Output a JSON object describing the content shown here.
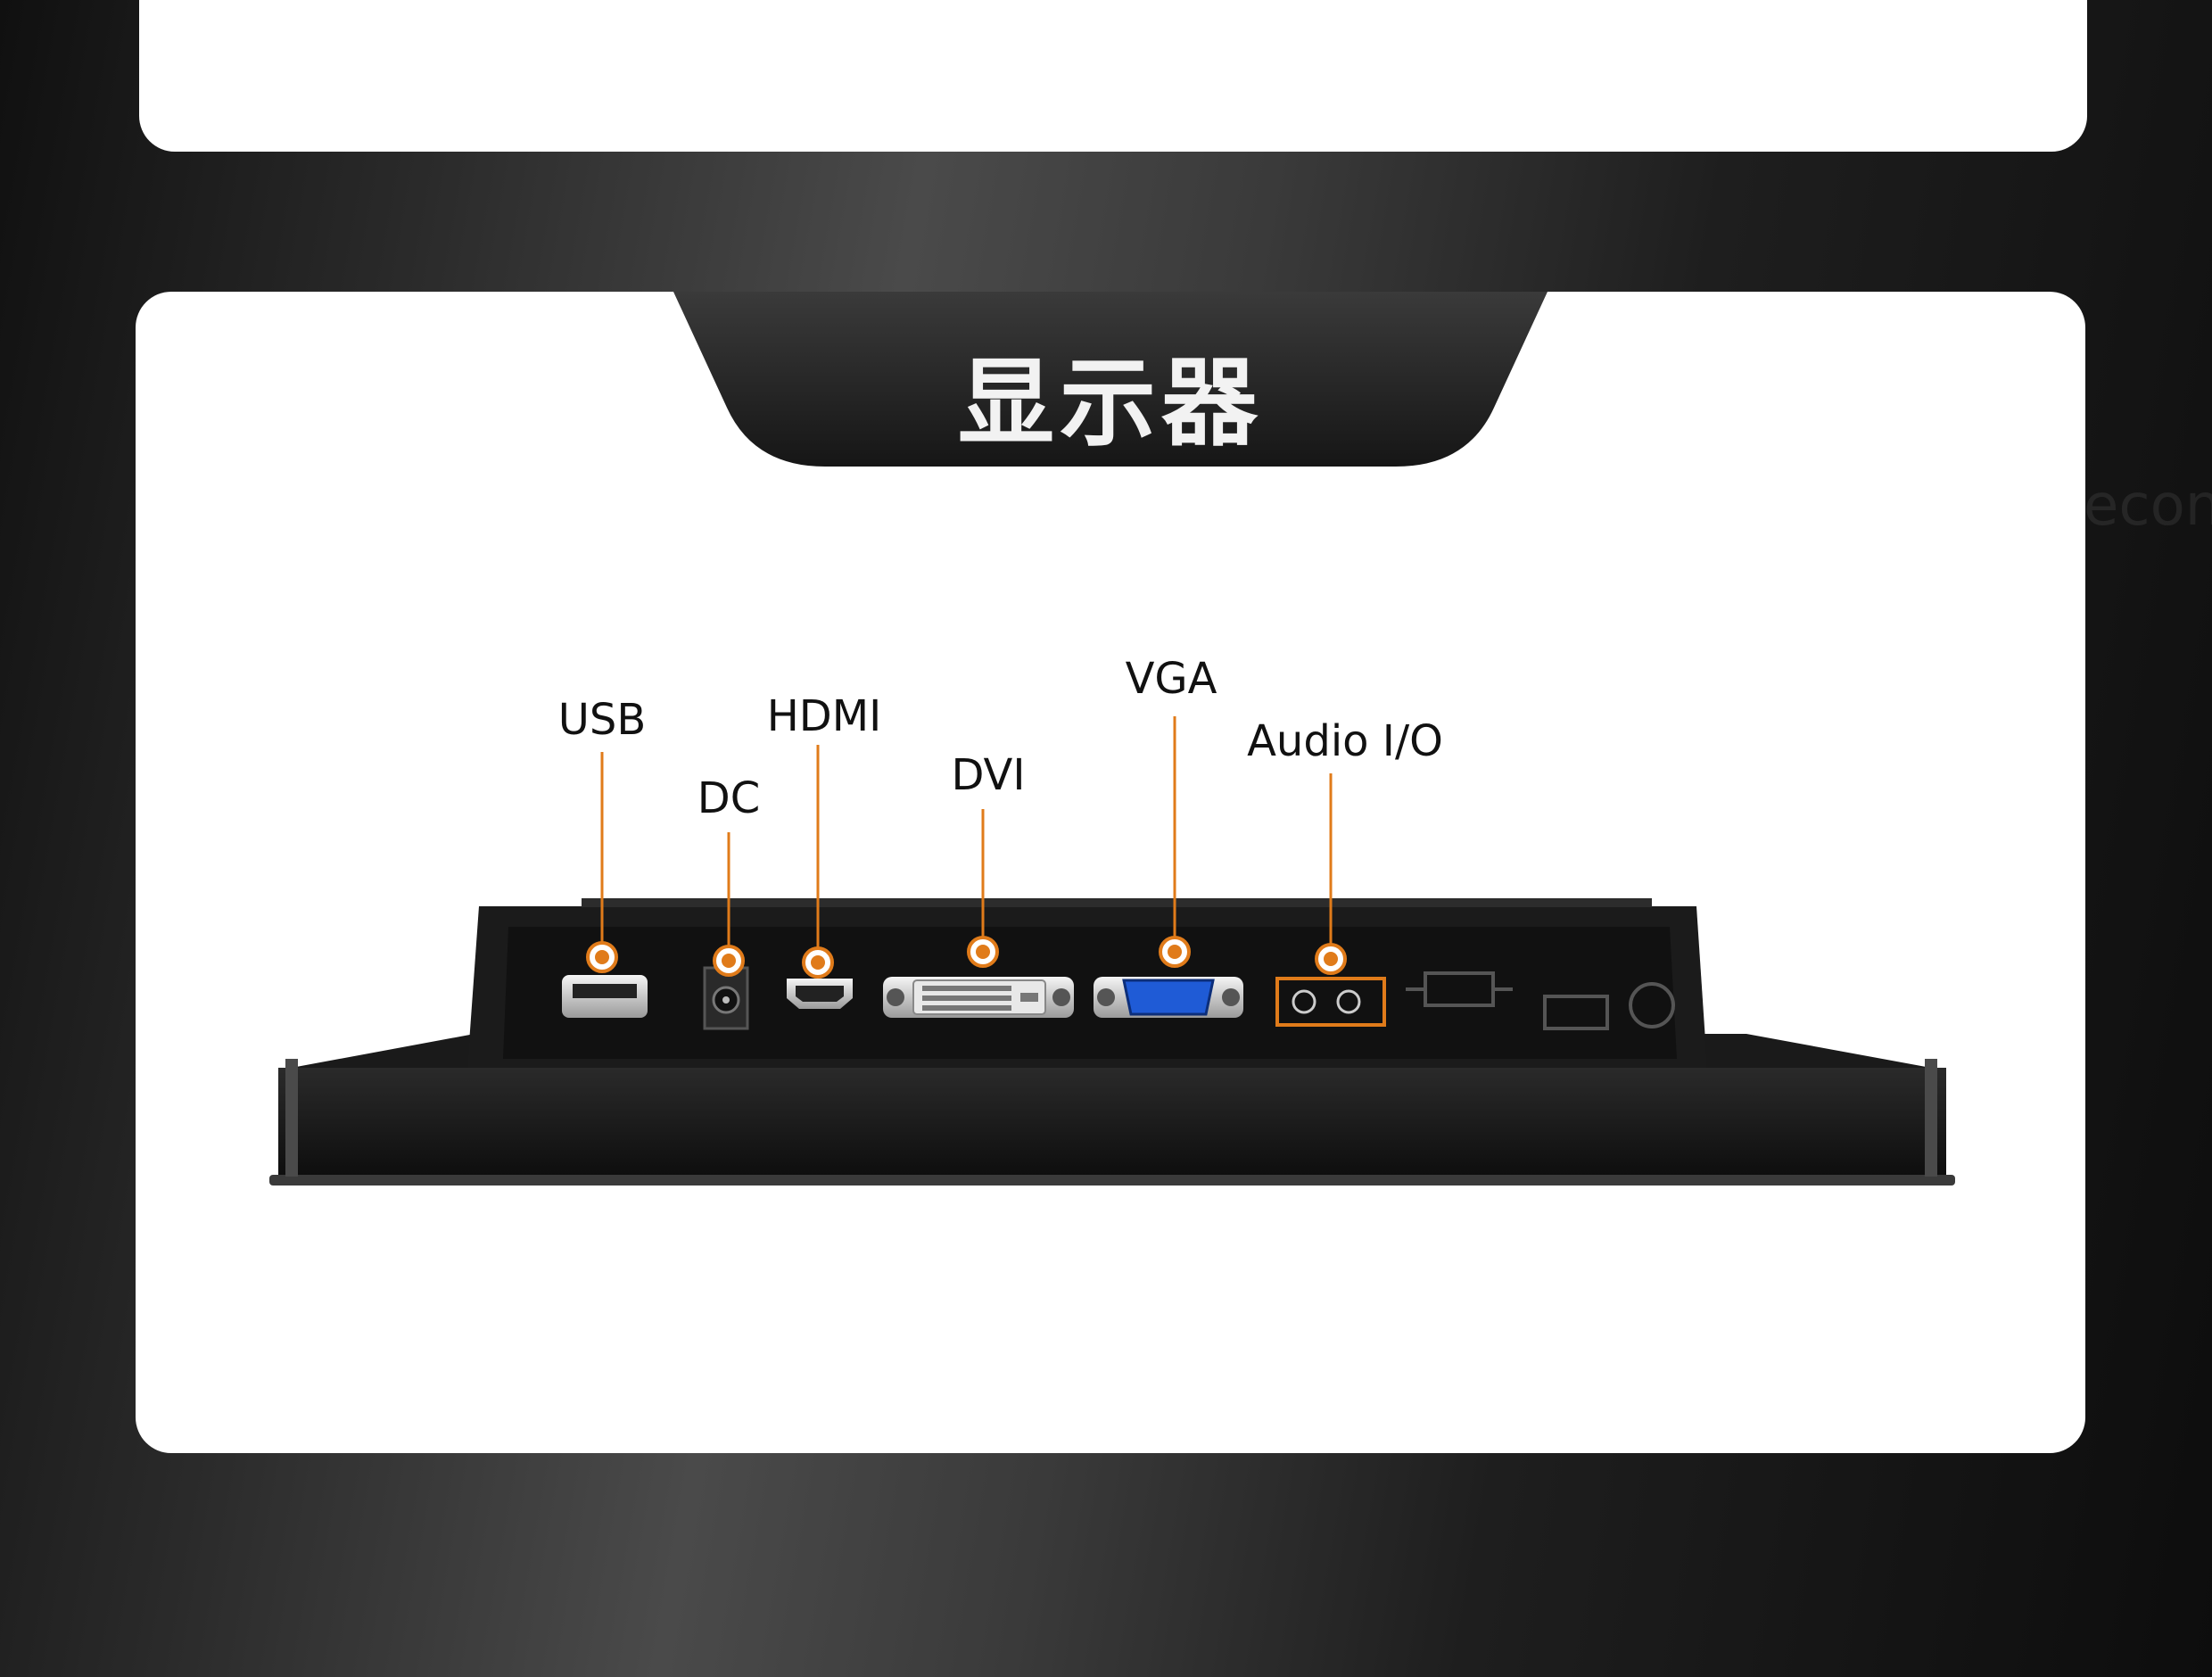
{
  "section_title": "显示器",
  "ports": {
    "usb": "USB",
    "dc": "DC",
    "hdmi": "HDMI",
    "dvi": "DVI",
    "vga": "VGA",
    "audio": "Audio I/O"
  },
  "colors": {
    "accent": "#e07b1a",
    "device": "#141414",
    "vga_port": "#1f5bd6"
  }
}
